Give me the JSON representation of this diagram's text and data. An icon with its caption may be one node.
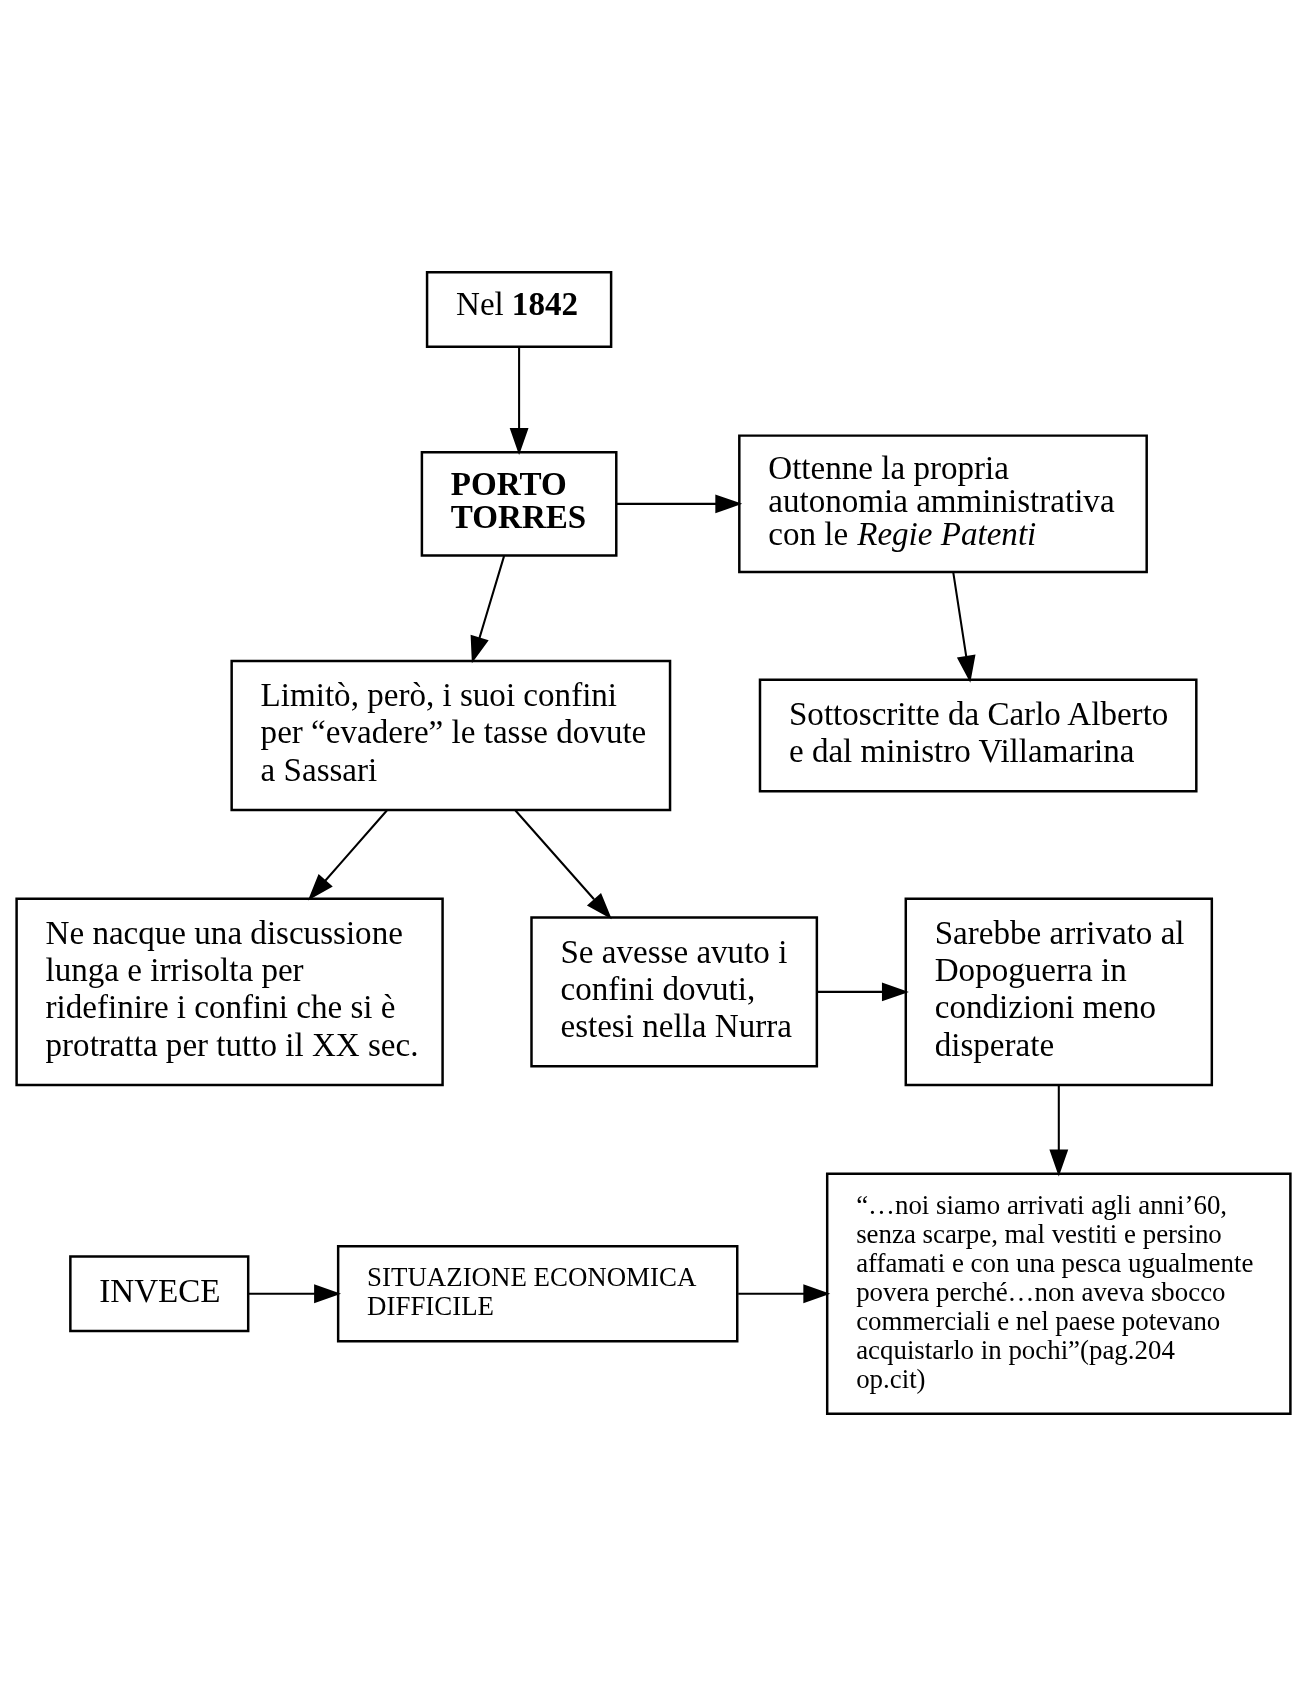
{
  "diagram": {
    "nodes": [
      {
        "text": [
          "Nel **1842**"
        ]
      },
      {
        "text": [
          "PORTO TORRES"
        ]
      },
      {
        "text": [
          "Ottenne la propria autonomia amministrativa con le *Regie Patenti*"
        ]
      },
      {
        "text": [
          "Sottoscritte da Carlo Alberto e dal ministro Villamarina"
        ]
      },
      {
        "text": [
          "Limitò, però, i suoi confini per “evadere” le tasse dovute a Sassari"
        ]
      },
      {
        "text": [
          "Ne nacque una discussione lunga e irrisolta per ridefinire i confini che si è protratta per tutto il XX sec."
        ]
      },
      {
        "text": [
          "Se avesse avuto i confini dovuti, estesi nella Nurra"
        ]
      },
      {
        "text": [
          "Sarebbe arrivato al Dopoguerra in condizioni meno disperate"
        ]
      },
      {
        "text": [
          "INVECE"
        ]
      },
      {
        "text": [
          "SITUAZIONE ECONOMICA DIFFICILE"
        ]
      },
      {
        "text": [
          "“…noi siamo arrivati agli anni’60, senza scarpe, mal vestiti e persino affamati e con una pesca ugualmente povera perché…non aveva sbocco commerciali e nel paese potevano acquistarlo in pochi”(pag.204 op.cit)"
        ]
      }
    ],
    "edges": [
      {
        "from": 0,
        "to": 1,
        "arrow": "to"
      },
      {
        "from": 1,
        "to": 2,
        "arrow": "to"
      },
      {
        "from": 2,
        "to": 3,
        "arrow": "to"
      },
      {
        "from": 1,
        "to": 4,
        "arrow": "to"
      },
      {
        "from": 4,
        "to": 5,
        "arrow": "to"
      },
      {
        "from": 4,
        "to": 6,
        "arrow": "to"
      },
      {
        "from": 6,
        "to": 7,
        "arrow": "to"
      },
      {
        "from": 7,
        "to": 10,
        "arrow": "to"
      },
      {
        "from": 8,
        "to": 9,
        "arrow": "to"
      },
      {
        "from": 9,
        "to": 10,
        "arrow": "to"
      }
    ]
  }
}
